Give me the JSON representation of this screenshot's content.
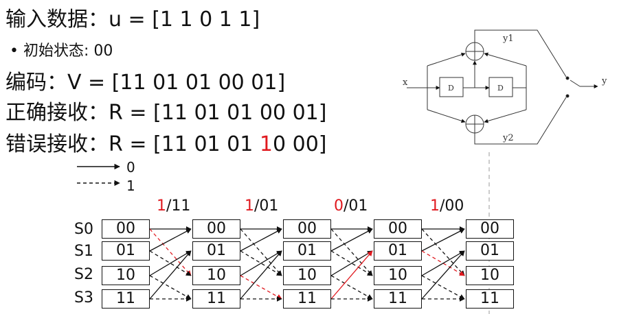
{
  "text": {
    "input_line": "输入数据：u = [1 1 0 1 1]",
    "init_state": "• 初始状态: 00",
    "encode_line": "编码：V = [11 01 01 00 01]",
    "correct_line": "正确接收：R = [11 01 01 00 01]",
    "error_prefix": "错误接收：R = [11 01 01 ",
    "error_red": "1",
    "error_suffix": "0 00]"
  },
  "legend": {
    "solid": "0",
    "dashed": "1"
  },
  "transitions": [
    {
      "bit": "1",
      "rest": "/11"
    },
    {
      "bit": "1",
      "rest": "/01"
    },
    {
      "bit": "0",
      "rest": "/01"
    },
    {
      "bit": "1",
      "rest": "/00"
    }
  ],
  "state_labels": [
    "S0",
    "S1",
    "S2",
    "S3"
  ],
  "node_labels": [
    "00",
    "01",
    "10",
    "11"
  ],
  "encoder": {
    "input": "x",
    "output": "y",
    "out1": "y1",
    "out2": "y2",
    "delay": "D"
  },
  "colors": {
    "highlight": "#e0191f",
    "line": "#111111"
  }
}
